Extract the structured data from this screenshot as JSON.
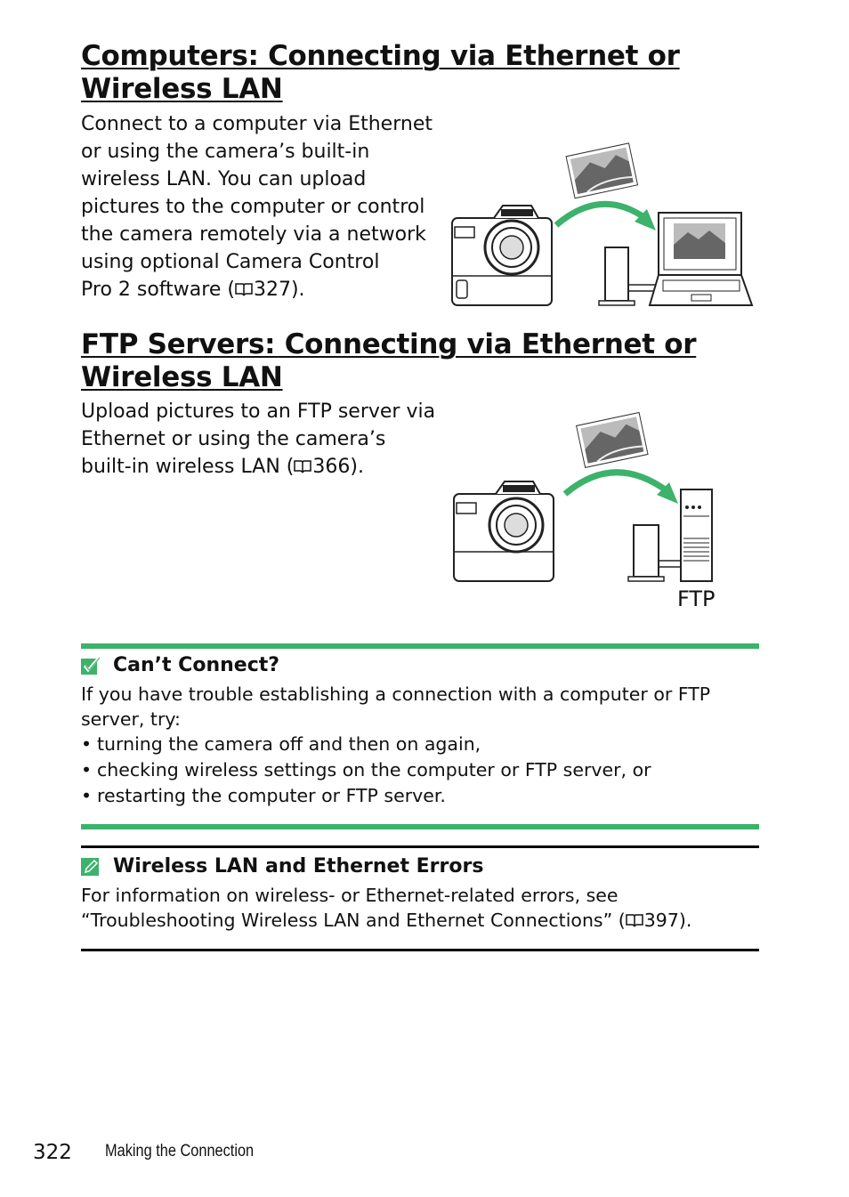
{
  "section1": {
    "title_line1": "Computers: Connecting via Ethernet or",
    "title_line2": "Wireless LAN",
    "body": {
      "l1": "Connect to a computer via Ethernet",
      "l2": "or using the camera’s built-in",
      "l3": "wireless LAN. You can upload",
      "l4": "pictures to the computer or control",
      "l5": "the camera remotely via a network",
      "l6": "using optional Camera Control",
      "l7a": "Pro 2 software (",
      "page_ref": "327",
      "l7b": ")."
    }
  },
  "section2": {
    "title_line1": "FTP Servers: Connecting via Ethernet or",
    "title_line2": "Wireless LAN",
    "body": {
      "l1": "Upload pictures to an FTP server via",
      "l2": "Ethernet or using the camera’s",
      "l3a": "built-in wireless LAN (",
      "page_ref": "366",
      "l3b": ")."
    },
    "illustration_label": "FTP"
  },
  "note1": {
    "title": "Can’t Connect?",
    "text": "If you have trouble establishing a connection with a computer or FTP server, try:",
    "bullets": [
      "turning the camera off and then on again,",
      "checking wireless settings on the computer or FTP server, or",
      "restarting the computer or FTP server."
    ]
  },
  "note2": {
    "title": "Wireless LAN and Ethernet Errors",
    "text_a": "For information on wireless- or Ethernet-related errors, see “Troubleshooting Wireless LAN and Ethernet Connections” (",
    "page_ref": "397",
    "text_b": ")."
  },
  "footer": {
    "page_number": "322",
    "running_title": "Making the Connection"
  },
  "colors": {
    "accent_green": "#3cb26b",
    "text": "#111111"
  },
  "icons": {
    "note1": "checkmark-icon",
    "note2": "pencil-icon",
    "page_reference": "book-icon"
  }
}
